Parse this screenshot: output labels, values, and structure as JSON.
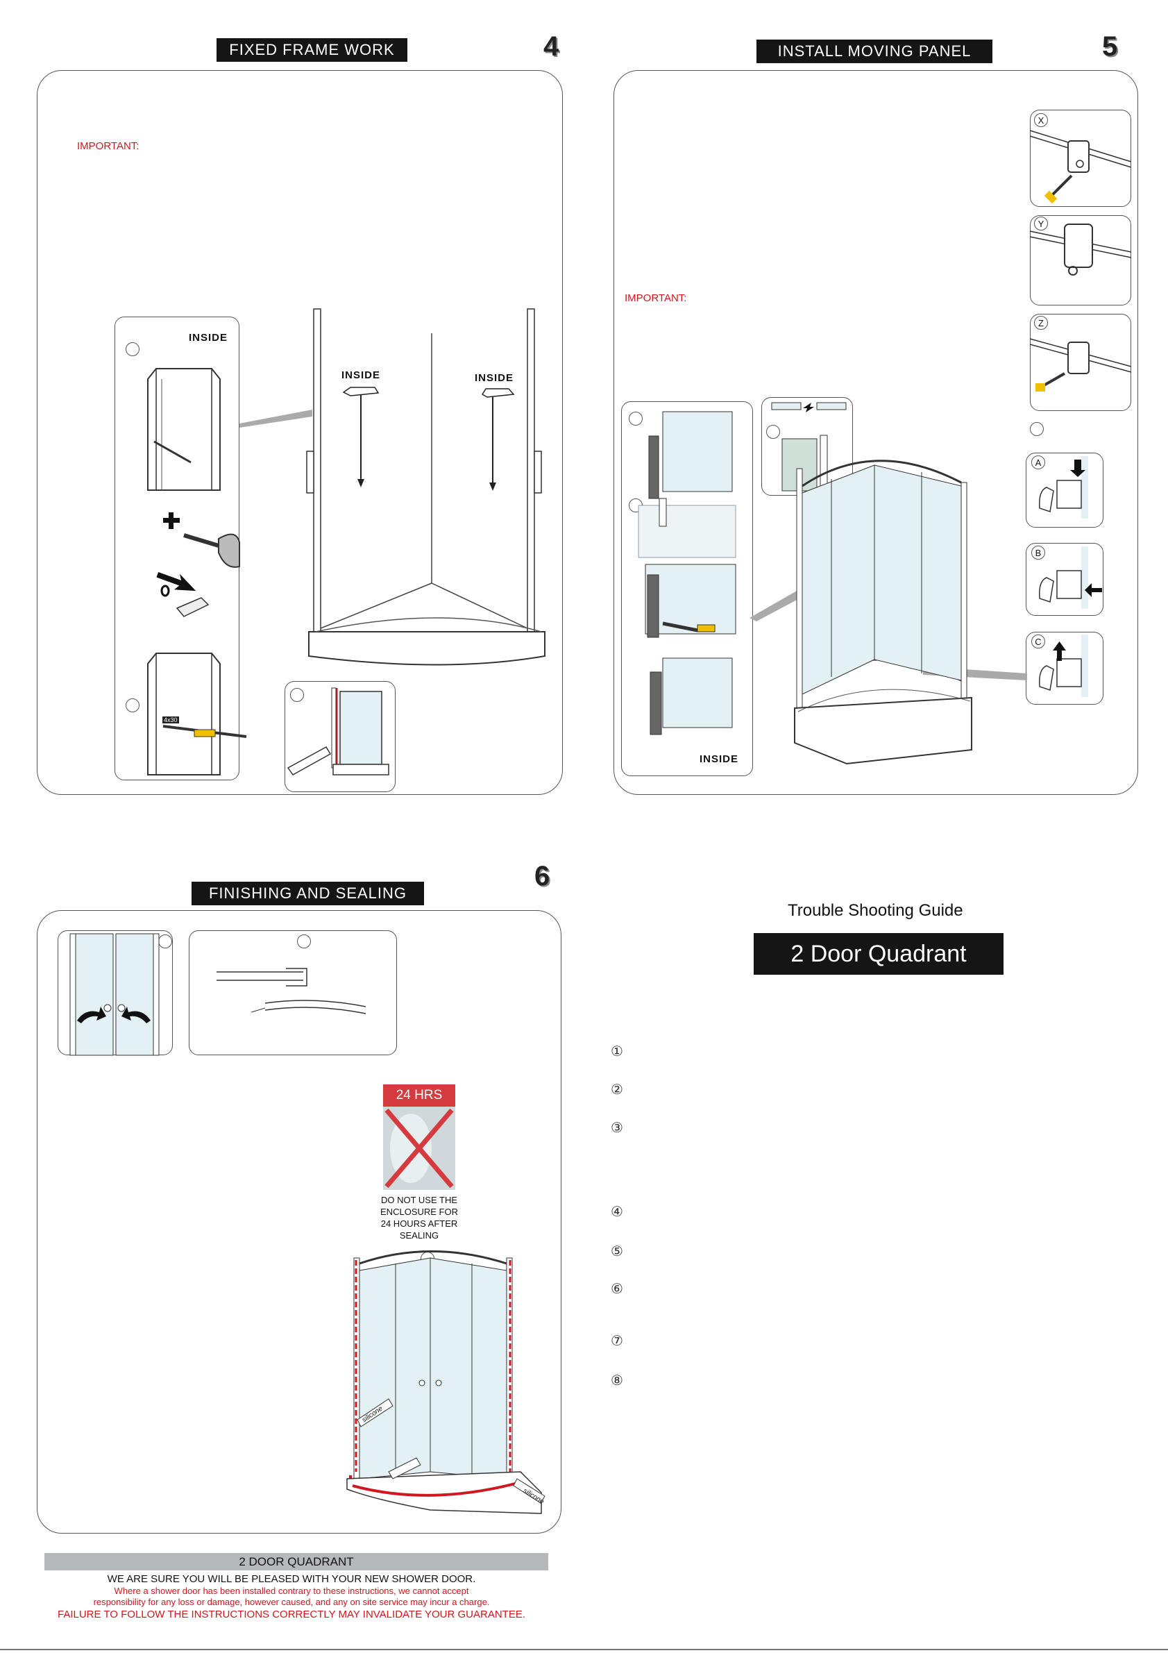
{
  "step4": {
    "title": "FIXED  FRAME  WORK",
    "number": "4",
    "important": "IMPORTANT:",
    "inside_labels": [
      "INSIDE",
      "INSIDE",
      "INSIDE"
    ],
    "screw_label": "4x30"
  },
  "step5": {
    "title": "INSTALL MOVING PANEL",
    "number": "5",
    "important": "IMPORTANT:",
    "letters": [
      "X",
      "Y",
      "Z",
      "A",
      "B",
      "C"
    ],
    "inside_label": "INSIDE"
  },
  "step6": {
    "title": "FINISHING AND SEALING",
    "number": "6",
    "warning_hours": "24 HRS",
    "warning_text": [
      "DO NOT USE THE",
      "ENCLOSURE FOR",
      "24 HOURS AFTER",
      "SEALING"
    ],
    "silicone_label": "silicone"
  },
  "trouble": {
    "heading": "Trouble Shooting Guide",
    "product": "2 Door Quadrant",
    "markers": [
      "①",
      "②",
      "③",
      "④",
      "⑤",
      "⑥",
      "⑦",
      "⑧"
    ]
  },
  "footer": {
    "product_bar": "2  DOOR  QUADRANT",
    "line1": "WE  ARE  SURE  YOU  WILL  BE  PLEASED  WITH  YOUR  NEW  SHOWER  DOOR.",
    "line2": "Where  a  shower  door  has  been  installed  contrary  to  these  instructions, we  cannot  accept",
    "line3": "responsibility  for  any  loss  or  damage,  however  caused, and  any  on  site  service  may  incur  a  charge.",
    "line4": "FAILURE  TO  FOLLOW  THE  INSTRUCTIONS  CORRECTLY  MAY  INVALIDATE  YOUR  GUARANTEE."
  },
  "colors": {
    "title_bg": "#151515",
    "important_red": "#d0161e",
    "footer_bar": "#b5b9ba",
    "glass": "#e3f0f4"
  }
}
